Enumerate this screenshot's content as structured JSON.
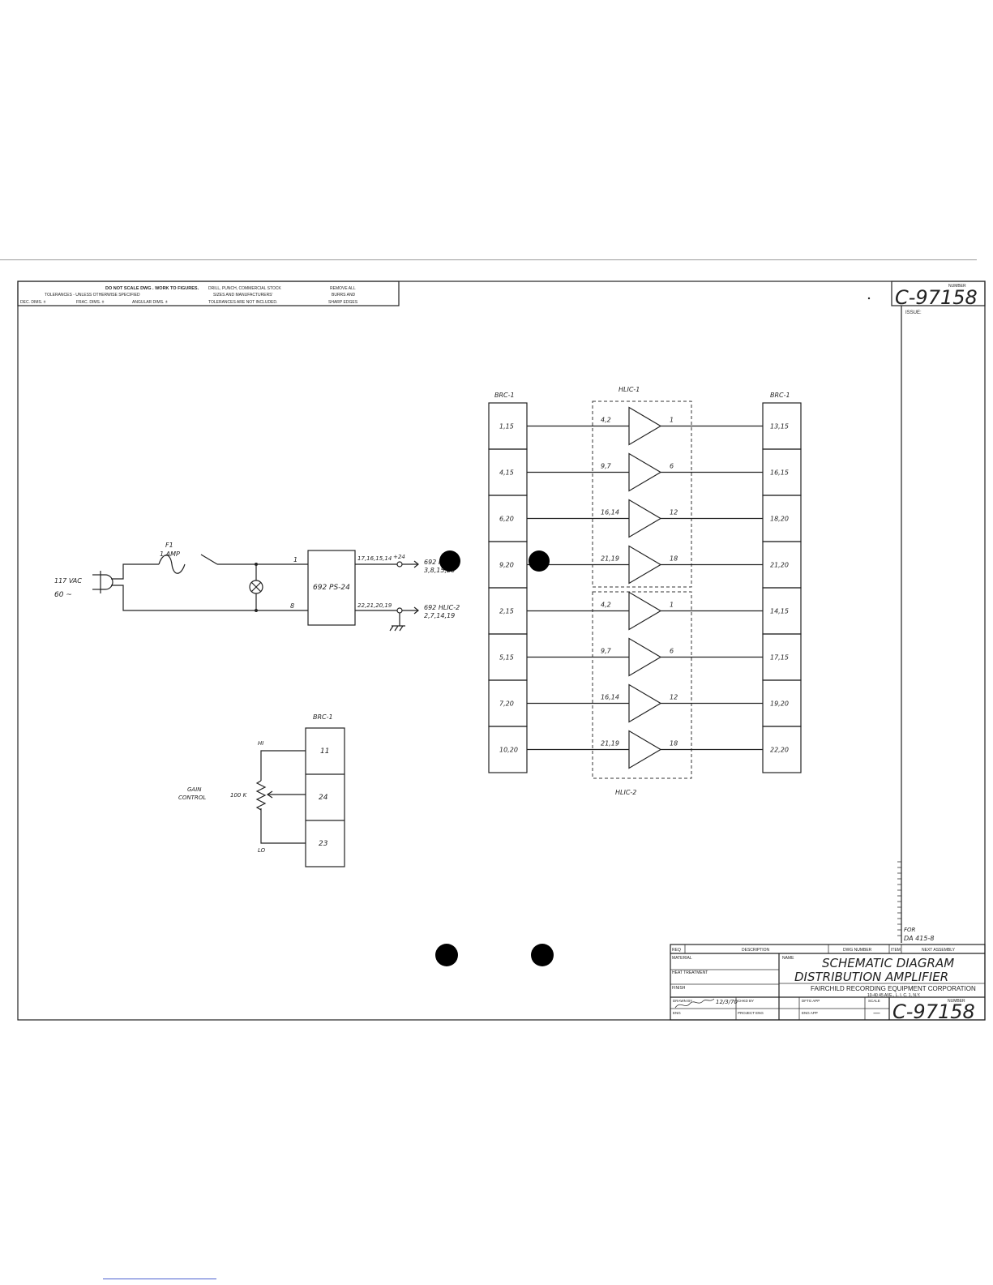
{
  "notes": {
    "line1": "DO NOT SCALE DWG . WORK TO FIGURES.",
    "line2": "TOLERANCES - UNLESS OTHERWISE SPECIFIED",
    "dec_dims": "DEC. DIMS. ±",
    "frac_dims": "FRAC. DIMS. ±",
    "angular_dims": "ANGULAR DIMS. ±",
    "drill1": "DRILL, PUNCH, COMMERCIAL STOCK",
    "drill2": "SIZES AND MANUFACTURERS'",
    "drill3": "TOLERANCES ARE NOT INCLUDED.",
    "burrs1": "REMOVE ALL",
    "burrs2": "BURRS AND",
    "burrs3": "SHARP EDGES"
  },
  "number_box": {
    "number_label": "NUMBER",
    "number": "C-97158",
    "issue_label": "ISSUE:"
  },
  "power": {
    "source_line1": "117 VAC",
    "source_line2": "60 ~",
    "fuse_label": "F1",
    "fuse_rating": "1 AMP",
    "ps_label": "692 PS-24",
    "in_pin_top": "1",
    "in_pin_bottom": "8",
    "out_pins_top": "17,16,15,14",
    "out_pins_bottom": "22,21,20,19",
    "supply_label": "+24",
    "dest_top_line1": "692 HLIC-2",
    "dest_top_line2": "3,8,15,20",
    "dest_bottom_line1": "692 HLIC-2",
    "dest_bottom_line2": "2,7,14,19"
  },
  "distribution": {
    "left_strip_label": "BRC-1",
    "right_strip_label": "BRC-1",
    "module_top_label": "HLIC-1",
    "module_bottom_label": "HLIC-2",
    "left_pins": [
      "1,15",
      "4,15",
      "6,20",
      "9,20",
      "2,15",
      "5,15",
      "7,20",
      "10,20"
    ],
    "amp_inputs": [
      "4,2",
      "9,7",
      "16,14",
      "21,19",
      "4,2",
      "9,7",
      "16,14",
      "21,19"
    ],
    "amp_outputs": [
      "1",
      "6",
      "12",
      "18",
      "1",
      "6",
      "12",
      "18"
    ],
    "right_pins": [
      "13,15",
      "16,15",
      "18,20",
      "21,20",
      "14,15",
      "17,15",
      "19,20",
      "22,20"
    ]
  },
  "gain": {
    "strip_label": "BRC-1",
    "hi_label": "HI",
    "lo_label": "LO",
    "control_line1": "GAIN",
    "control_line2": "CONTROL",
    "pot_value": "100 K",
    "pins": [
      "11",
      "24",
      "23"
    ]
  },
  "title_block": {
    "for_label": "FOR",
    "for_value": "DA 415-8",
    "req": "REQ",
    "description": "DESCRIPTION",
    "dwg_number": "DWG NUMBER",
    "item": "ITEM",
    "next_assembly": "NEXT ASSEMBLY",
    "material": "MATERIAL",
    "heat_treatment": "HEAT TREATMENT",
    "finish": "FINISH",
    "name_label": "NAME",
    "name_line1": "SCHEMATIC DIAGRAM",
    "name_line2": "DISTRIBUTION AMPLIFIER",
    "company": "FAIRCHILD RECORDING EQUIPMENT CORPORATION",
    "address": "10-40 45 AVE., L. I. C. 1, N.Y.",
    "drawn_by": "DRAWN BY",
    "chkd_by": "CHKD BY",
    "dftg_app": "DFTG APP",
    "scale_label": "SCALE",
    "scale_value": "—",
    "eng": "ENG",
    "project_eng": "PROJECT ENG",
    "eng_app": "ENG APP",
    "number_label": "NUMBER",
    "number": "C-97158",
    "date": "12/3/70"
  }
}
